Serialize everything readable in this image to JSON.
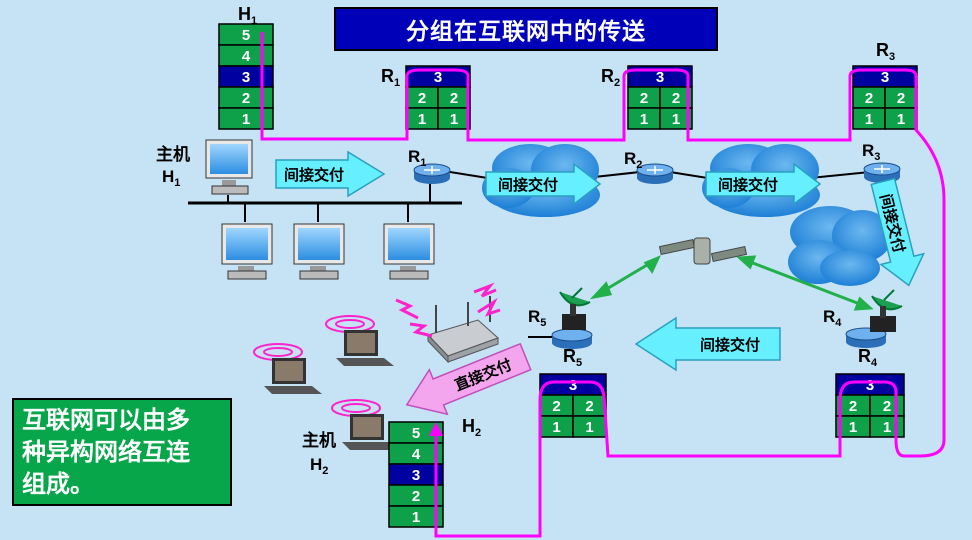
{
  "title": "分组在互联网中的传送",
  "note_lines": [
    "互联网可以由多",
    "种异构网络互连",
    "组成。"
  ],
  "hosts": {
    "h1": {
      "name": "H",
      "sub": "1",
      "label_line1": "主机",
      "label_line2": "H",
      "label_sub": "1"
    },
    "h2": {
      "name": "H",
      "sub": "2",
      "label_line1": "主机",
      "label_line2": "H",
      "label_sub": "2"
    }
  },
  "host_layers": [
    "5",
    "4",
    "3",
    "2",
    "1"
  ],
  "router_stack": {
    "top": "3",
    "left2": "2",
    "right2": "2",
    "left1": "1",
    "right1": "1"
  },
  "routers": {
    "r1": {
      "name": "R",
      "sub": "1"
    },
    "r2": {
      "name": "R",
      "sub": "2"
    },
    "r3": {
      "name": "R",
      "sub": "3"
    },
    "r4": {
      "name": "R",
      "sub": "4"
    },
    "r5": {
      "name": "R",
      "sub": "5"
    }
  },
  "delivery": {
    "indirect": "间接交付",
    "direct": "直接交付"
  },
  "colors": {
    "background": "#c5e3f5",
    "title_bg": "#0000b8",
    "note_bg": "#08a64a",
    "layer_green": "#0fa04a",
    "layer_blue": "#0000a0",
    "path": "#ff00ff",
    "arrow": "#66f0ff",
    "link_green": "#22b04a"
  }
}
